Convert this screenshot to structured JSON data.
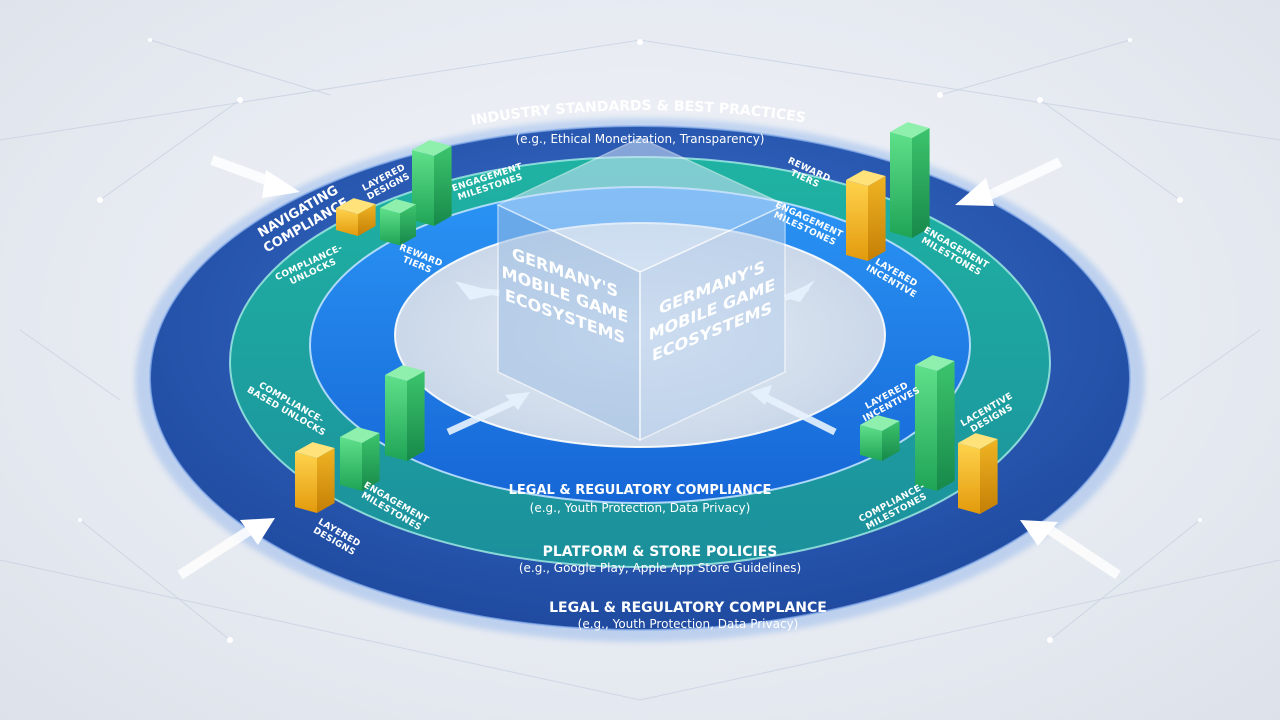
{
  "cube": {
    "left_text": [
      "GERMANY'S",
      "MOBILE GAME",
      "ECOSYSTEMS"
    ],
    "right_text": [
      "GERMANY'S",
      "MOBILE GAME",
      "ECOSYSTEMS"
    ]
  },
  "rings": {
    "outer_top_title": "INDUSTRY STANDARDS & BEST PRACTICES",
    "outer_top_sub": "(e.g., Ethical Monetization, Transparency)",
    "outer_bottom_title": "LEGAL & REGULATORY COMPLANCE",
    "outer_bottom_sub": "(e.g., Youth Protection, Data Privacy)",
    "middle_bottom_title": "PLATFORM & STORE POLICIES",
    "middle_bottom_sub": "(e.g., Google Play, Apple App Store Guidelines)",
    "inner_bottom_title": "LEGAL & REGULATORY COMPLIANCE",
    "inner_bottom_sub": "(e.g., Youth Protection, Data Privacy)",
    "navigating": [
      "NAVIGATING",
      "COMPLIANCE"
    ]
  },
  "bar_labels": {
    "tl_layered": [
      "LAYERED",
      "DESIGNS"
    ],
    "tl_engagement": [
      "ENGAGEMENT",
      "MILESTONES"
    ],
    "tl_compliance": [
      "COMPLIANCE-",
      "UNLOCKS"
    ],
    "tl_reward": [
      "REWARD",
      "TIERS"
    ],
    "tr_reward": [
      "REWARD",
      "TIERS"
    ],
    "tr_engagement_inner": [
      "ENGAGEMENT",
      "MILESTONES"
    ],
    "tr_engagement_outer": [
      "ENGAGEMENT",
      "MILESTONES"
    ],
    "tr_layered": [
      "LAYERED",
      "INCENTIVE"
    ],
    "bl_compliance": [
      "COMPLIANCE-",
      "BASED UNLOCKS"
    ],
    "bl_engagement": [
      "ENGAGEMENT",
      "MILESTONES"
    ],
    "bl_layered": [
      "LAYERED",
      "DESIGNS"
    ],
    "br_layered": [
      "LAYERED",
      "INCENTIVES"
    ],
    "br_incentive": [
      "LACENTIVE",
      "DESIGNS"
    ],
    "br_compliance": [
      "COMPLIANCE-",
      "MILESTONES"
    ]
  },
  "colors": {
    "outer_ring": "#2856b0",
    "middle_ring": "#1f9aa3",
    "inner_ring": "#1e7fe6",
    "bar_green": "#35c46a",
    "bar_yellow": "#f2b418"
  }
}
